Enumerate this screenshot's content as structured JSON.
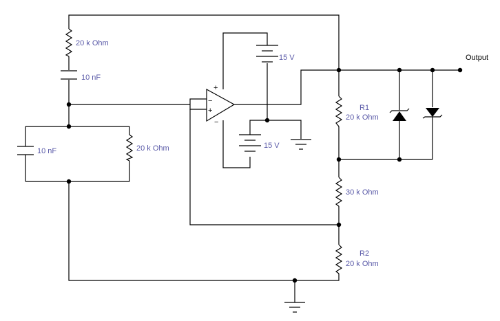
{
  "labels": {
    "r_top": "20 k Ohm",
    "c_top": "10 nF",
    "c_left": "10 nF",
    "r_mid": "20 k Ohm",
    "battery_top": "15 V",
    "battery_bottom": "15 V",
    "r1_name": "R1",
    "r1_value": "20 k Ohm",
    "r3_value": "30 k Ohm",
    "r2_name": "R2",
    "r2_value": "20 k Ohm",
    "output": "Output",
    "opamp_plus": "+",
    "opamp_minus": "−",
    "in_minus": "−",
    "in_plus": "+"
  }
}
